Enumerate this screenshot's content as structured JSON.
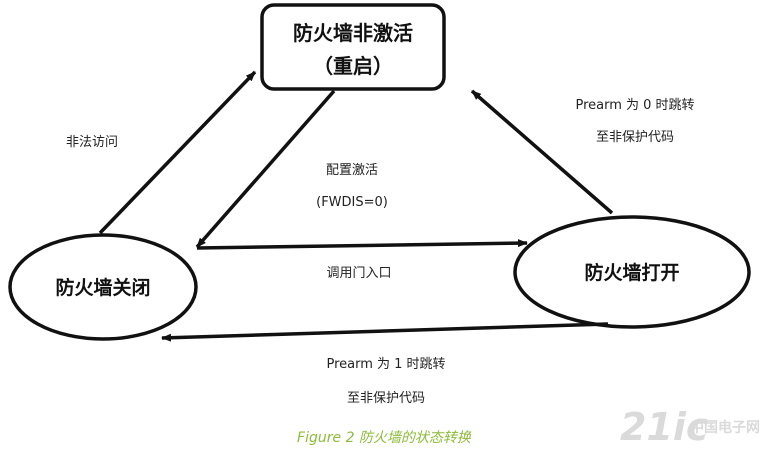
{
  "nodes": {
    "inactive": {
      "line1": "防火墙非激活",
      "line2": "（重启）"
    },
    "closed": {
      "label": "防火墙关闭"
    },
    "open": {
      "label": "防火墙打开"
    }
  },
  "edges": {
    "illegal_access": "非法访问",
    "config_activate": {
      "line1": "配置激活",
      "line2": "(FWDIS=0)"
    },
    "call_gate": "调用门入口",
    "prearm0": {
      "line1": "Prearm 为 0 时跳转",
      "line2": "至非保护代码"
    },
    "prearm1": {
      "line1": "Prearm 为 1 时跳转",
      "line2": "至非保护代码"
    }
  },
  "caption": "Figure 2 防火墙的状态转换",
  "watermark": {
    "main": "21ic",
    "sub": "中国电子网"
  },
  "colors": {
    "caption": "#8dbb3a",
    "stroke": "#111111",
    "watermark": "#dadada"
  }
}
